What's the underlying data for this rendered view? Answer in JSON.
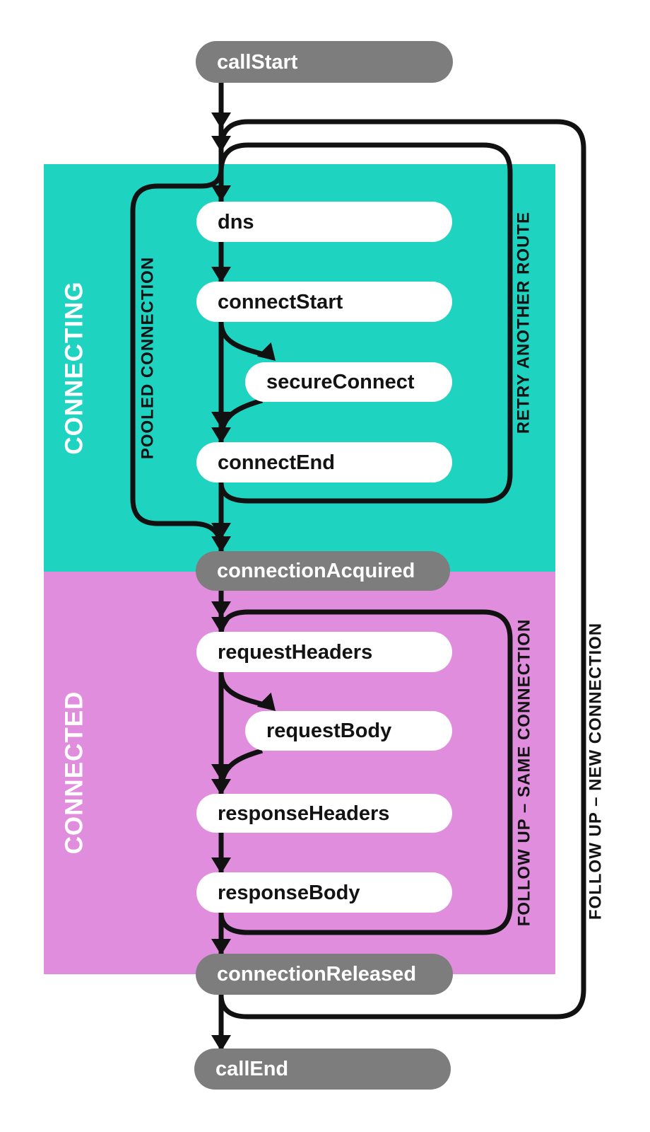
{
  "colors": {
    "teal": "#1fd3c1",
    "pink": "#e08dde",
    "gray": "#7d7d7d",
    "white": "#ffffff",
    "line": "#111111"
  },
  "sections": {
    "connecting": {
      "label": "CONNECTING"
    },
    "connected": {
      "label": "CONNECTED"
    }
  },
  "nodes": {
    "callStart": {
      "label": "callStart"
    },
    "dns": {
      "label": "dns"
    },
    "connectStart": {
      "label": "connectStart"
    },
    "secureConnect": {
      "label": "secureConnect"
    },
    "connectEnd": {
      "label": "connectEnd"
    },
    "connectionAcquired": {
      "label": "connectionAcquired"
    },
    "requestHeaders": {
      "label": "requestHeaders"
    },
    "requestBody": {
      "label": "requestBody"
    },
    "responseHeaders": {
      "label": "responseHeaders"
    },
    "responseBody": {
      "label": "responseBody"
    },
    "connectionReleased": {
      "label": "connectionReleased"
    },
    "callEnd": {
      "label": "callEnd"
    }
  },
  "edge_labels": {
    "pooled_connection": {
      "label": "POOLED CONNECTION"
    },
    "retry_another_route": {
      "label": "RETRY ANOTHER ROUTE"
    },
    "follow_up_same_connection": {
      "label": "FOLLOW UP – SAME CONNECTION"
    },
    "follow_up_new_connection": {
      "label": "FOLLOW UP – NEW CONNECTION"
    }
  }
}
